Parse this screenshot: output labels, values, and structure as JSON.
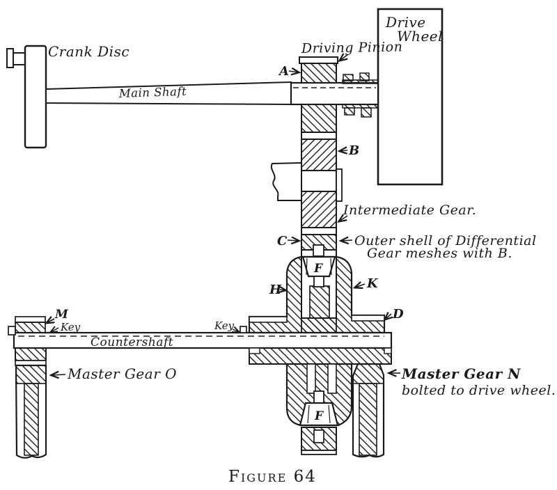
{
  "figure": {
    "caption": "Figure 64",
    "colors": {
      "ink": "#1a1a1a",
      "paper": "#ffffff"
    },
    "labels": {
      "crank_disc": "Crank Disc",
      "main_shaft": "Main Shaft",
      "drive_wheel_line1": "Drive",
      "drive_wheel_line2": "Wheel",
      "driving_pinion": "Driving Pinion",
      "intermediate_gear": "Intermediate Gear.",
      "outer_shell_line1": "Outer shell of Differential",
      "outer_shell_line2": "Gear meshes with B.",
      "countershaft": "Countershaft",
      "key_left": "Key",
      "key_center": "Key",
      "master_gear_o": "Master Gear O",
      "master_gear_n": "Master Gear N",
      "master_gear_n_note": "bolted to drive wheel.",
      "part_a": "A",
      "part_b": "B",
      "part_c": "C",
      "part_d": "D",
      "part_f_upper": "F",
      "part_f_lower": "F",
      "part_h": "H",
      "part_k": "K",
      "part_m": "M"
    }
  }
}
